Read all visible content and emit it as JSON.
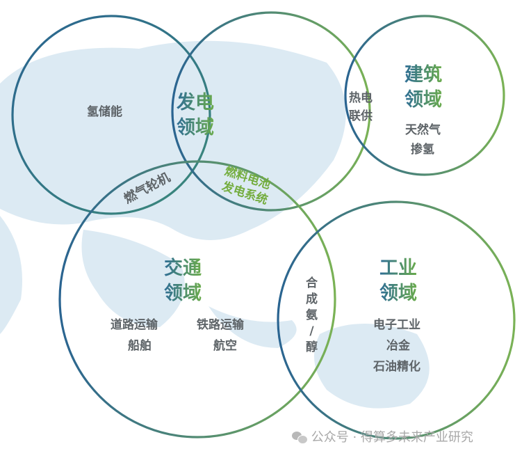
{
  "domains": {
    "power": {
      "title_1": "发电",
      "title_2": "领域"
    },
    "building": {
      "title_1": "建筑",
      "title_2": "领域",
      "items": [
        "天然气",
        "掺氢"
      ]
    },
    "transport": {
      "title_1": "交通",
      "title_2": "领域",
      "items": [
        "道路运输",
        "船舶",
        "铁路运输",
        "航空"
      ]
    },
    "industry": {
      "title_1": "工业",
      "title_2": "领域",
      "items": [
        "电子工业",
        "冶金",
        "石油精化"
      ]
    }
  },
  "labels": {
    "hydrogen_storage": "氢储能",
    "chp_1": "热电",
    "chp_2": "联供",
    "gas_turbine": "燃气轮机",
    "fuel_cell_1": "燃料电池",
    "fuel_cell_2": "发电系统",
    "ammonia": [
      "合",
      "成",
      "氨",
      "/",
      "醇"
    ]
  },
  "watermark": "公众号 · 得算多未来产业研究",
  "colors": {
    "blue": "#2f6e95",
    "green": "#6aab4c",
    "map": "#dceaf3",
    "text": "#5e6468"
  }
}
